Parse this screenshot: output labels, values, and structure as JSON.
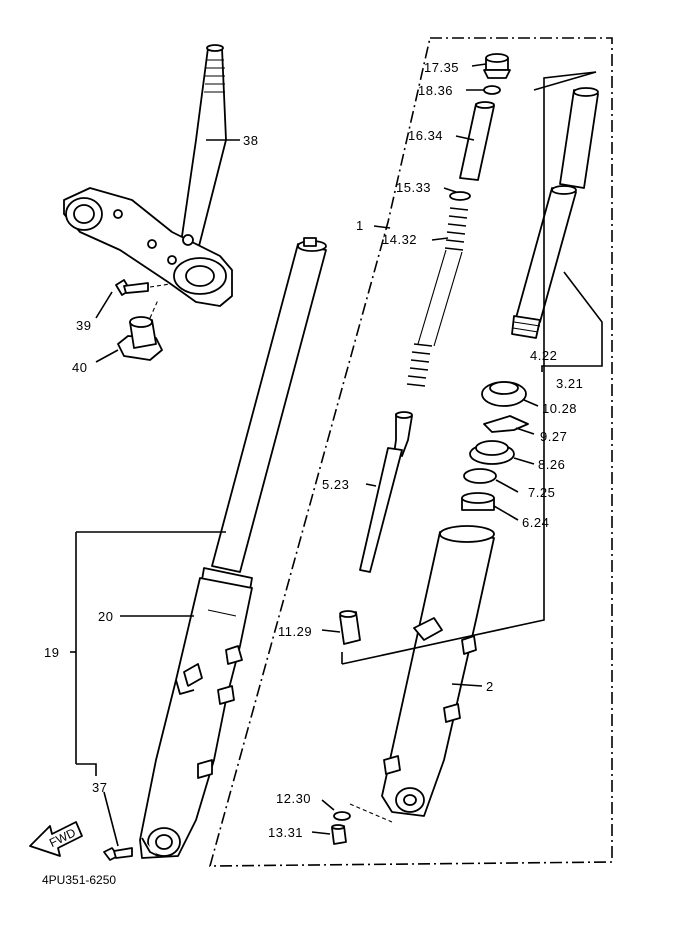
{
  "diagram": {
    "drawing_id": "4PU351-6250",
    "fwd_label": "FWD",
    "labels": [
      {
        "key": "l38",
        "text": "38"
      },
      {
        "key": "l39",
        "text": "39"
      },
      {
        "key": "l40",
        "text": "40"
      },
      {
        "key": "l1",
        "text": "1"
      },
      {
        "key": "l17",
        "text": "17.35"
      },
      {
        "key": "l18",
        "text": "18.36"
      },
      {
        "key": "l16",
        "text": "16.34"
      },
      {
        "key": "l15",
        "text": "15.33"
      },
      {
        "key": "l14",
        "text": "14.32"
      },
      {
        "key": "l4",
        "text": "4.22"
      },
      {
        "key": "l3",
        "text": "3.21"
      },
      {
        "key": "l10",
        "text": "10.28"
      },
      {
        "key": "l9",
        "text": "9.27"
      },
      {
        "key": "l8",
        "text": "8.26"
      },
      {
        "key": "l7",
        "text": "7.25"
      },
      {
        "key": "l6",
        "text": "6.24"
      },
      {
        "key": "l5",
        "text": "5.23"
      },
      {
        "key": "l11",
        "text": "11.29"
      },
      {
        "key": "l2",
        "text": "2"
      },
      {
        "key": "l20",
        "text": "20"
      },
      {
        "key": "l19",
        "text": "19"
      },
      {
        "key": "l37",
        "text": "37"
      },
      {
        "key": "l12",
        "text": "12.30"
      },
      {
        "key": "l13",
        "text": "13.31"
      }
    ]
  }
}
